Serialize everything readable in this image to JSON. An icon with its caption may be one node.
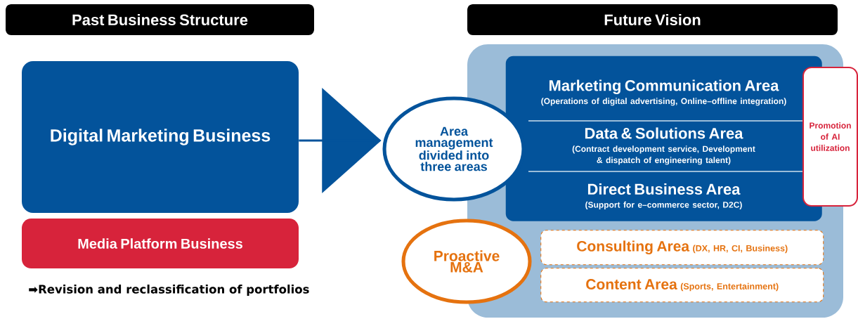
{
  "diagram": {
    "nodes": [
      {
        "text": [
          "Past Business Structure"
        ]
      },
      {
        "text": [
          "Digital Marketing Business"
        ]
      },
      {
        "text": [
          "Media Platform Business"
        ]
      },
      {
        "text": [
          "Future Vision"
        ]
      },
      {
        "text": [],
        "shape": "box"
      },
      {
        "text": [],
        "shape": "box",
        "in": 4
      },
      {
        "text": [
          "Marketing Communication Area",
          "(Operations of digital advertising, Online–offline integration)"
        ],
        "in": 5
      },
      {
        "text": [
          "Data & Solutions Area",
          "(Contract development service, Development & dispatch of engineering talent)"
        ],
        "in": 5
      },
      {
        "text": [
          "Direct Business Area",
          "(Support for e–commerce sector, D2C)"
        ],
        "in": 5
      },
      {
        "text": [
          "Area management divided into three areas"
        ]
      },
      {
        "text": [
          "Promotion of AI utilization"
        ]
      },
      {
        "text": [
          "Consulting Area",
          "(DX, HR, CI, Business)"
        ],
        "in": 4
      },
      {
        "text": [
          "Content Area",
          "(Sports, Entertainment)"
        ],
        "in": 4
      },
      {
        "text": [
          "Proactive M&A"
        ]
      }
    ],
    "edges": [
      {
        "from": 1,
        "to": 9,
        "arrow": "to"
      }
    ],
    "labels": [
      "➡Revision and reclassification of portfolios"
    ]
  }
}
